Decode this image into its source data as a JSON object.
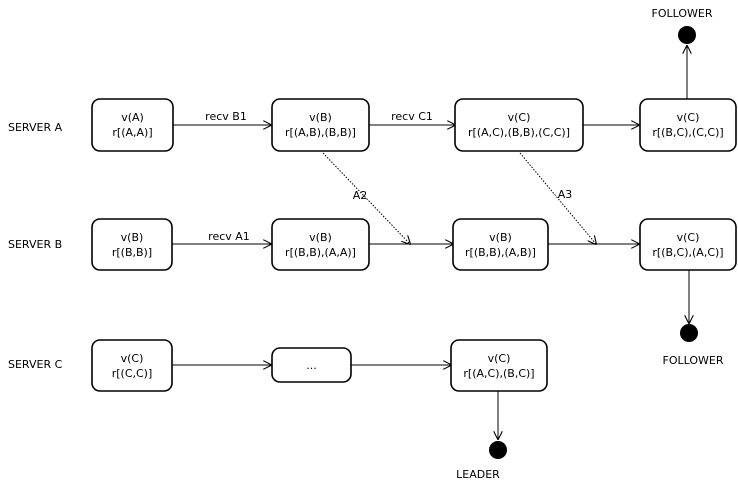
{
  "servers": [
    {
      "id": "a",
      "label": "SERVER A"
    },
    {
      "id": "b",
      "label": "SERVER B"
    },
    {
      "id": "c",
      "label": "SERVER C"
    }
  ],
  "nodes": {
    "a1": {
      "line1": "v(A)",
      "line2": "r[(A,A)]"
    },
    "a2": {
      "line1": "v(B)",
      "line2": "r[(A,B),(B,B)]"
    },
    "a3": {
      "line1": "v(C)",
      "line2": "r[(A,C),(B,B),(C,C)]"
    },
    "a4": {
      "line1": "v(C)",
      "line2": "r[(B,C),(C,C)]"
    },
    "b1": {
      "line1": "v(B)",
      "line2": "r[(B,B)]"
    },
    "b2": {
      "line1": "v(B)",
      "line2": "r[(B,B),(A,A)]"
    },
    "b3": {
      "line1": "v(B)",
      "line2": "r[(B,B),(A,B)]"
    },
    "b4": {
      "line1": "v(C)",
      "line2": "r[(B,C),(A,C)]"
    },
    "c1": {
      "line1": "v(C)",
      "line2": "r[(C,C)]"
    },
    "c2": {
      "line1": "..."
    },
    "c3": {
      "line1": "v(C)",
      "line2": "r[(A,C),(B,C)]"
    }
  },
  "edge_labels": {
    "recv_b1": "recv B1",
    "recv_c1": "recv C1",
    "recv_a1": "recv A1",
    "a2": "A2",
    "a3": "A3"
  },
  "outcomes": {
    "a": "FOLLOWER",
    "b": "FOLLOWER",
    "c": "LEADER"
  }
}
